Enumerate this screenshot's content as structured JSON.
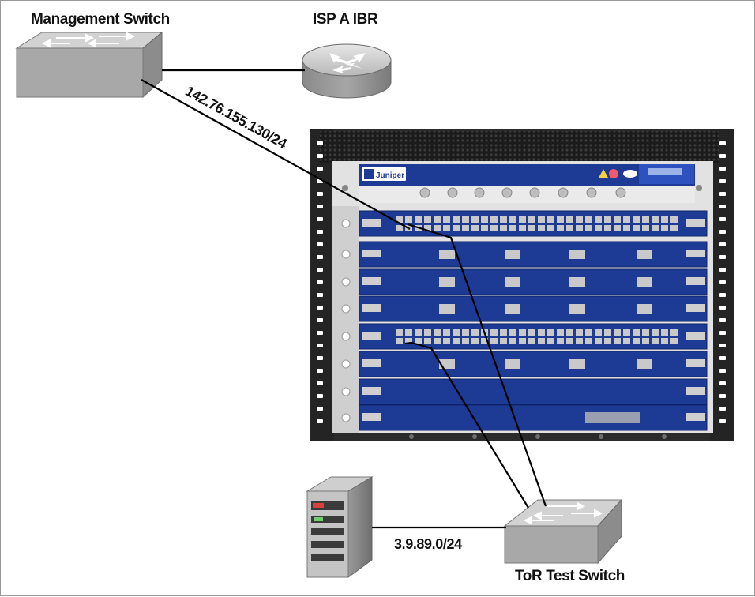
{
  "labels": {
    "management_switch": "Management Switch",
    "isp_router": "ISP A IBR",
    "tor_switch": "ToR Test Switch"
  },
  "networks": {
    "management_subnet": "142.76.155.130/24",
    "test_subnet": "3.9.89.0/24"
  },
  "chassis": {
    "brand": "Juniper"
  },
  "colors": {
    "line": "#000000",
    "device_gray": "#a9a9a9",
    "chassis_blue": "#1d3a94",
    "rack_black": "#2b2b2b"
  }
}
